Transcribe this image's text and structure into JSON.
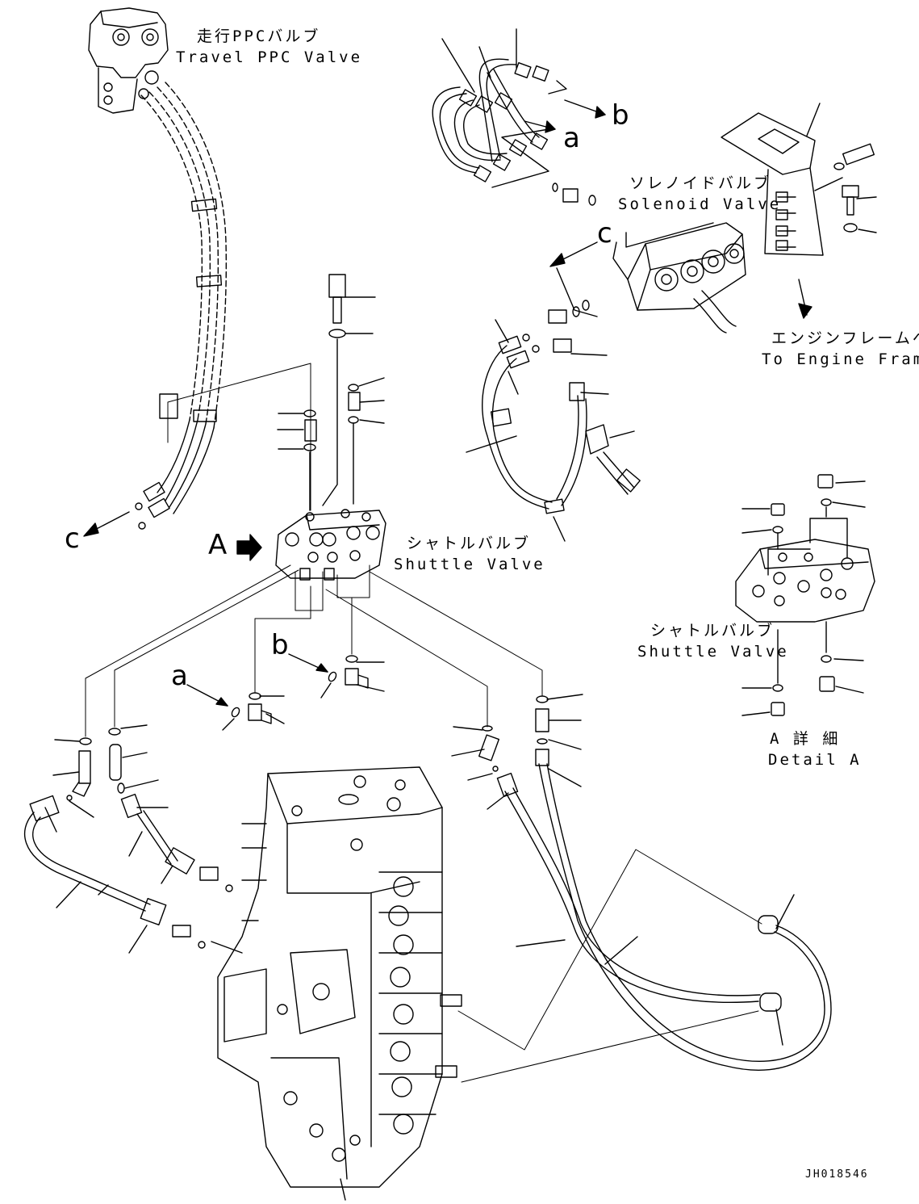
{
  "labels": {
    "travel_ppc_valve_ja": "走行PPCバルブ",
    "travel_ppc_valve_en": "Travel PPC Valve",
    "solenoid_valve_ja": "ソレノイドバルブ",
    "solenoid_valve_en": "Solenoid Valve",
    "engine_frame_ja": "エンジンフレームへ",
    "engine_frame_en": "To Engine Frame",
    "shuttle_valve_ja": "シャトルバルブ",
    "shuttle_valve_en": "Shuttle Valve",
    "detail_ja": "A 詳 細",
    "detail_en": "Detail A",
    "drawing_code": "JH018546"
  },
  "callouts": {
    "a": "a",
    "b": "b",
    "c": "c",
    "A": "A"
  }
}
